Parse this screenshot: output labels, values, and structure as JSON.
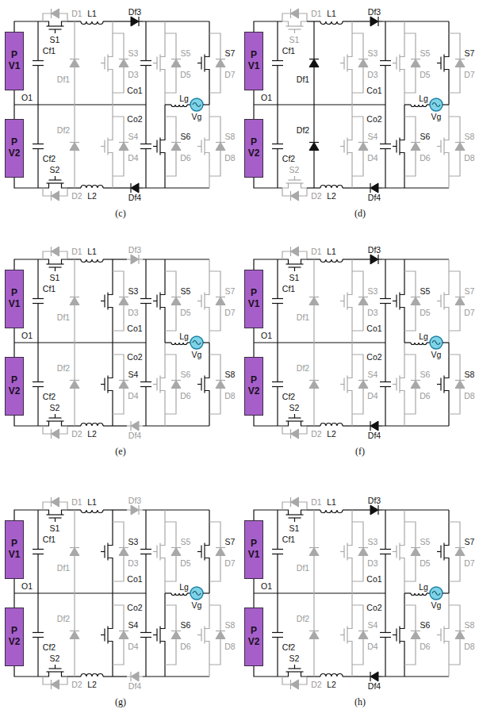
{
  "diagram": {
    "nodes": [
      {
        "text": [
          "P V1"
        ]
      },
      {
        "text": [
          "P V2"
        ]
      },
      {
        "text": [
          "P V1"
        ]
      },
      {
        "text": [
          "P V2"
        ]
      },
      {
        "text": [
          "P V1"
        ]
      },
      {
        "text": [
          "P V2"
        ]
      },
      {
        "text": [
          "P V1"
        ]
      },
      {
        "text": [
          "P V2"
        ]
      },
      {
        "text": [
          "P V1"
        ]
      },
      {
        "text": [
          "P V2"
        ]
      },
      {
        "text": [
          "P V1"
        ]
      },
      {
        "text": [
          "P V2"
        ]
      }
    ],
    "labels": [
      "D1",
      "S1",
      "L1",
      "Df3",
      "Cf1",
      "Df1",
      "S3",
      "D3",
      "Co1",
      "S5",
      "D5",
      "S7",
      "D7",
      "Lg",
      "O1",
      "Vg",
      "Cf2",
      "Df2",
      "S4",
      "D4",
      "Co2",
      "S6",
      "D6",
      "S8",
      "D8",
      "S2",
      "D2",
      "L2",
      "Df4",
      "(c)",
      "D1",
      "S1",
      "L1",
      "Df3",
      "Cf1",
      "Df1",
      "S3",
      "D3",
      "Co1",
      "S5",
      "D5",
      "S7",
      "D7",
      "Lg",
      "O1",
      "Vg",
      "Cf2",
      "Df2",
      "S4",
      "D4",
      "Co2",
      "S6",
      "D6",
      "S8",
      "D8",
      "S2",
      "D2",
      "L2",
      "Df4",
      "(d)",
      "D1",
      "S1",
      "L1",
      "Df3",
      "Cf1",
      "Df1",
      "S3",
      "D3",
      "Co1",
      "S5",
      "D5",
      "S7",
      "D7",
      "Lg",
      "O1",
      "Vg",
      "Cf2",
      "Df2",
      "S4",
      "D4",
      "Co2",
      "S6",
      "D6",
      "S8",
      "D8",
      "S2",
      "D2",
      "L2",
      "Df4",
      "(e)",
      "D1",
      "S1",
      "L1",
      "Df3",
      "Cf1",
      "Df1",
      "S3",
      "D3",
      "Co1",
      "S5",
      "D5",
      "S7",
      "D7",
      "Lg",
      "O1",
      "Vg",
      "Cf2",
      "Df2",
      "S4",
      "D4",
      "Co2",
      "S6",
      "D6",
      "S8",
      "D8",
      "S2",
      "D2",
      "L2",
      "Df4",
      "(f)",
      "D1",
      "S1",
      "L1",
      "Df3",
      "Cf1",
      "Df1",
      "S3",
      "D3",
      "Co1",
      "S5",
      "D5",
      "S7",
      "D7",
      "Lg",
      "O1",
      "Vg",
      "Cf2",
      "Df2",
      "S4",
      "D4",
      "Co2",
      "S6",
      "D6",
      "S8",
      "D8",
      "S2",
      "D2",
      "L2",
      "Df4",
      "(g)",
      "D1",
      "S1",
      "L1",
      "Df3",
      "Cf1",
      "Df1",
      "S3",
      "D3",
      "Co1",
      "S5",
      "D5",
      "S7",
      "D7",
      "Lg",
      "O1",
      "Vg",
      "Cf2",
      "Df2",
      "S4",
      "D4",
      "Co2",
      "S6",
      "D6",
      "S8",
      "D8",
      "S2",
      "D2",
      "L2",
      "Df4",
      "(h)"
    ]
  }
}
